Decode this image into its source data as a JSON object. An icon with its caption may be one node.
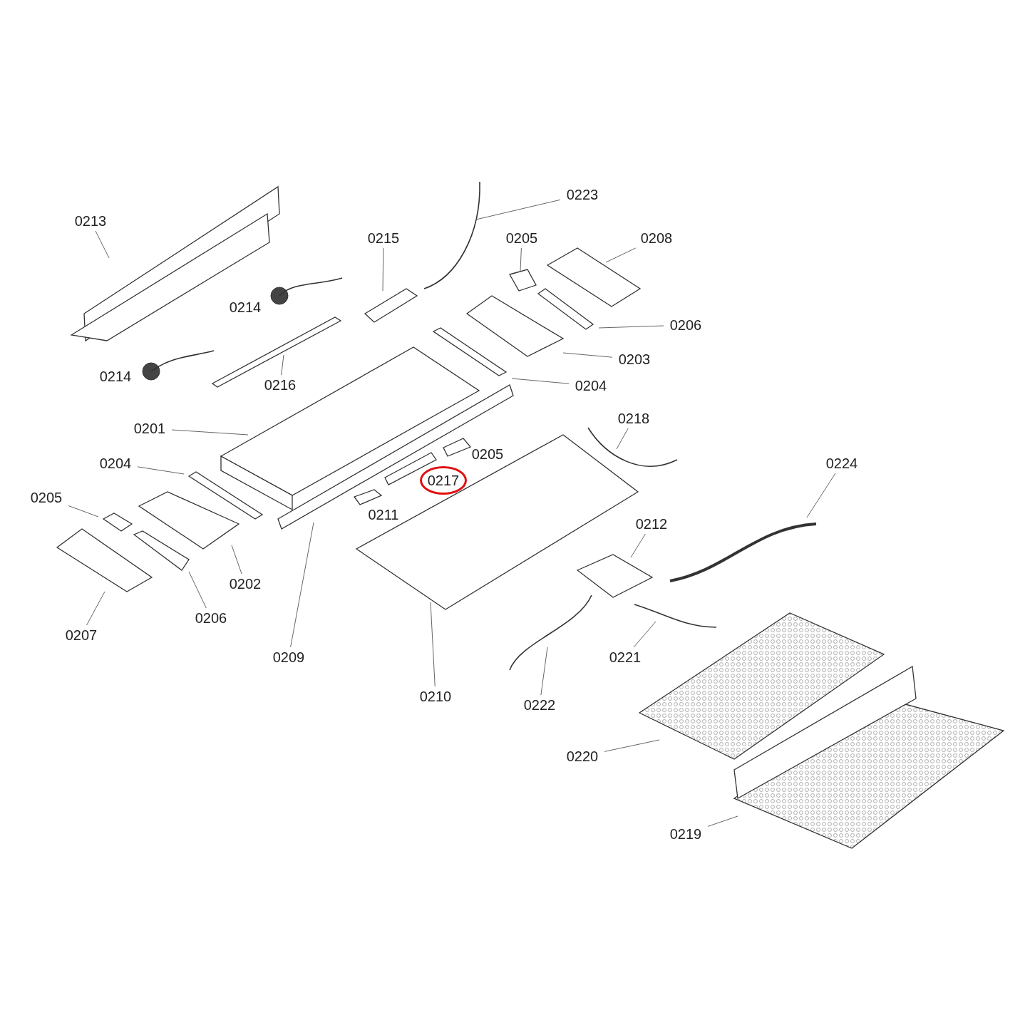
{
  "diagram": {
    "nodes": [
      {
        "text": [
          "0223"
        ]
      },
      {
        "text": [
          "0213"
        ]
      },
      {
        "text": [
          "0215"
        ]
      },
      {
        "text": [
          "0205"
        ]
      },
      {
        "text": [
          "0208"
        ]
      },
      {
        "text": [
          "0214"
        ]
      },
      {
        "text": [
          "0206"
        ]
      },
      {
        "text": [
          "0203"
        ]
      },
      {
        "text": [
          "0214"
        ]
      },
      {
        "text": [
          "0216"
        ]
      },
      {
        "text": [
          "0204"
        ]
      },
      {
        "text": [
          "0218"
        ]
      },
      {
        "text": [
          "0201"
        ]
      },
      {
        "text": [
          "0205"
        ]
      },
      {
        "text": [
          "0204"
        ]
      },
      {
        "text": [
          "0224"
        ]
      },
      {
        "text": [
          "0217"
        ]
      },
      {
        "text": [
          "0205"
        ]
      },
      {
        "text": [
          "0211"
        ]
      },
      {
        "text": [
          "0212"
        ]
      },
      {
        "text": [
          "0202"
        ]
      },
      {
        "text": [
          "0206"
        ]
      },
      {
        "text": [
          "0207"
        ]
      },
      {
        "text": [
          "0221"
        ]
      },
      {
        "text": [
          "0209"
        ]
      },
      {
        "text": [
          "0210"
        ]
      },
      {
        "text": [
          "0222"
        ]
      },
      {
        "text": [
          "0220"
        ]
      },
      {
        "text": [
          "0219"
        ]
      }
    ],
    "edges": [
      {
        "from": 0,
        "to": null,
        "arrow": "none"
      },
      {
        "from": 1,
        "to": null,
        "arrow": "none"
      },
      {
        "from": 2,
        "to": null,
        "arrow": "none"
      },
      {
        "from": 3,
        "to": null,
        "arrow": "none"
      },
      {
        "from": 4,
        "to": null,
        "arrow": "none"
      },
      {
        "from": 6,
        "to": null,
        "arrow": "none"
      },
      {
        "from": 7,
        "to": null,
        "arrow": "none"
      },
      {
        "from": 9,
        "to": null,
        "arrow": "none"
      },
      {
        "from": 10,
        "to": null,
        "arrow": "none"
      },
      {
        "from": 11,
        "to": null,
        "arrow": "none"
      },
      {
        "from": 12,
        "to": null,
        "arrow": "none"
      },
      {
        "from": 14,
        "to": null,
        "arrow": "none"
      },
      {
        "from": 15,
        "to": null,
        "arrow": "none"
      },
      {
        "from": 17,
        "to": null,
        "arrow": "none"
      },
      {
        "from": 19,
        "to": null,
        "arrow": "none"
      },
      {
        "from": 20,
        "to": null,
        "arrow": "none"
      },
      {
        "from": 21,
        "to": null,
        "arrow": "none"
      },
      {
        "from": 22,
        "to": null,
        "arrow": "none"
      },
      {
        "from": 23,
        "to": null,
        "arrow": "none"
      },
      {
        "from": 24,
        "to": null,
        "arrow": "none"
      },
      {
        "from": 25,
        "to": null,
        "arrow": "none"
      },
      {
        "from": 26,
        "to": null,
        "arrow": "none"
      },
      {
        "from": 27,
        "to": null,
        "arrow": "none"
      },
      {
        "from": 28,
        "to": null,
        "arrow": "none"
      }
    ]
  }
}
